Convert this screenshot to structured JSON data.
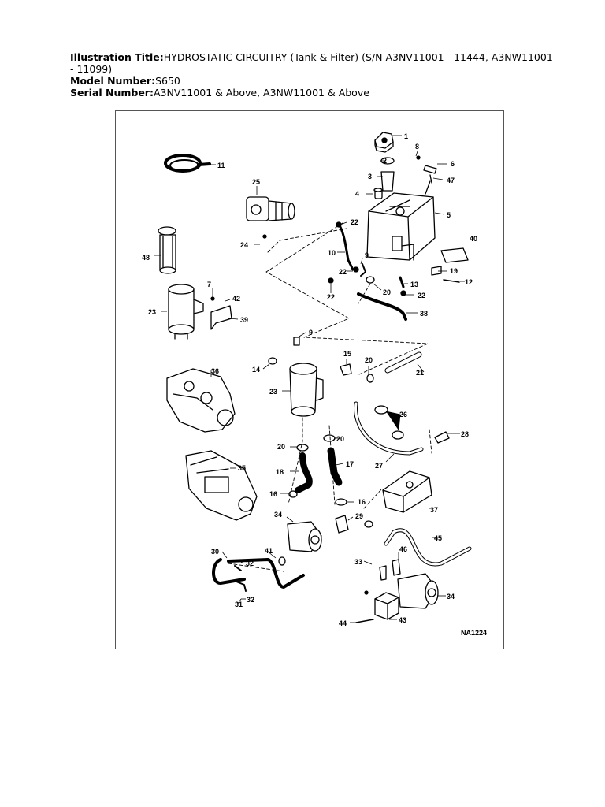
{
  "header": {
    "title_label": "Illustration Title:",
    "title_value": "HYDROSTATIC CIRCUITRY (Tank & Filter) (S/N A3NV11001 - 11444, A3NW11001 - 11099)",
    "model_label": "Model Number:",
    "model_value": "S650",
    "serial_label": "Serial Number:",
    "serial_value": "A3NV11001 & Above, A3NW11001 & Above"
  },
  "diagram": {
    "drawing_code": "NA1224",
    "callouts": [
      "1",
      "2",
      "3",
      "4",
      "5",
      "6",
      "8",
      "47",
      "11",
      "25",
      "22",
      "24",
      "10",
      "9",
      "22",
      "40",
      "19",
      "12",
      "48",
      "7",
      "42",
      "39",
      "23",
      "22",
      "13",
      "20",
      "22",
      "38",
      "9",
      "15",
      "20",
      "14",
      "21",
      "36",
      "23",
      "26",
      "28",
      "27",
      "35",
      "20",
      "20",
      "18",
      "17",
      "16",
      "16",
      "37",
      "29",
      "34",
      "45",
      "30",
      "41",
      "32",
      "46",
      "33",
      "31",
      "32",
      "34",
      "44",
      "43"
    ]
  }
}
